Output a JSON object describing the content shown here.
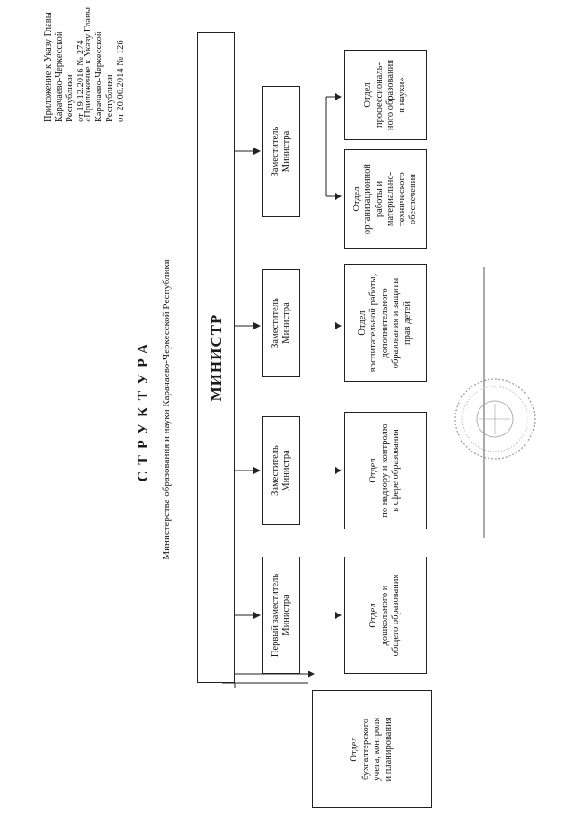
{
  "appendix": {
    "line1": "Приложение к Указу Главы\nКарачаево-Черкесской Республики\nот 19.12.2016 № 274",
    "line2": "«Приложение к Указу Главы\nКарачаево-Черкесской Республики\nот 20.06.2014 № 126"
  },
  "title": "СТРУКТУРА",
  "subtitle": "Министерства образования и науки Карачаево-Черкесской Республики",
  "minister": "МИНИСТР",
  "deputies": [
    "Первый заместитель\nМинистра",
    "Заместитель\nМинистра",
    "Заместитель\nМинистра",
    "Заместитель\nМинистра"
  ],
  "departments": {
    "accounting": "Отдел\nбухгалтерского\nучета, контроля\nи планирования",
    "preschool": "Отдел\nдошкольного и\nобщего образования",
    "supervision": "Отдел\nпо надзору и контролю\nв сфере образования",
    "upbringing": "Отдел\nвоспитательной работы,\nдополнительного\nобразования и защиты\nправ детей",
    "organizational": "Отдел\nорганизационной\nработы и\nматериально-\nтехнического\nобеспечения",
    "professional": "Отдел\nпрофессиональ-\nного образования\nи науки»"
  }
}
